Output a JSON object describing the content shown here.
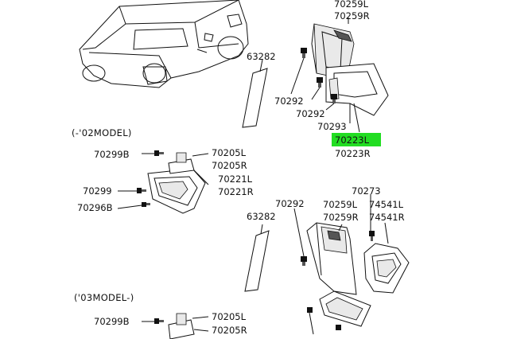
{
  "sections": {
    "model_02": "(-'02MODEL)",
    "model_03": "('03MODEL-)"
  },
  "highlight_color": "#22dd22",
  "parts": {
    "p70259L_top": "70259L",
    "p70259R_top": "70259R",
    "p63282_top": "63282",
    "p70292_a": "70292",
    "p70292_b": "70292",
    "p70293": "70293",
    "p70223L": "70223L",
    "p70223R": "70223R",
    "p70299B_a": "70299B",
    "p70205L_a": "70205L",
    "p70205R_a": "70205R",
    "p70221L": "70221L",
    "p70221R": "70221R",
    "p70299": "70299",
    "p70296B": "70296B",
    "p70292_c": "70292",
    "p70273": "70273",
    "p70259L_mid": "70259L",
    "p70259R_mid": "70259R",
    "p74541L": "74541L",
    "p74541R": "74541R",
    "p63282_mid": "63282",
    "p70299B_b": "70299B",
    "p70205L_b": "70205L",
    "p70205R_b": "70205R"
  }
}
